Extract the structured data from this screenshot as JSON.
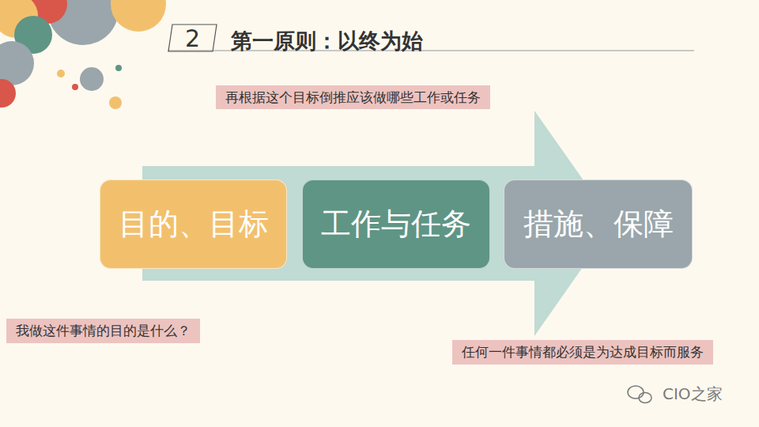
{
  "diagram": {
    "title": "第一原则：以终为始",
    "nodes": [
      {
        "text": [
          "2"
        ]
      },
      {
        "text": [
          "再根据这个目标倒推应该做哪些工作或任务"
        ]
      },
      {
        "text": [
          "目的、目标"
        ]
      },
      {
        "text": [
          "工作与任务"
        ]
      },
      {
        "text": [
          "措施、保障"
        ]
      },
      {
        "text": [
          "我做这件事情的目的是什么？"
        ]
      },
      {
        "text": [
          "任何一件事情都必须是为达成目标而服务"
        ]
      }
    ],
    "labels": [
      "CIO之家"
    ]
  }
}
